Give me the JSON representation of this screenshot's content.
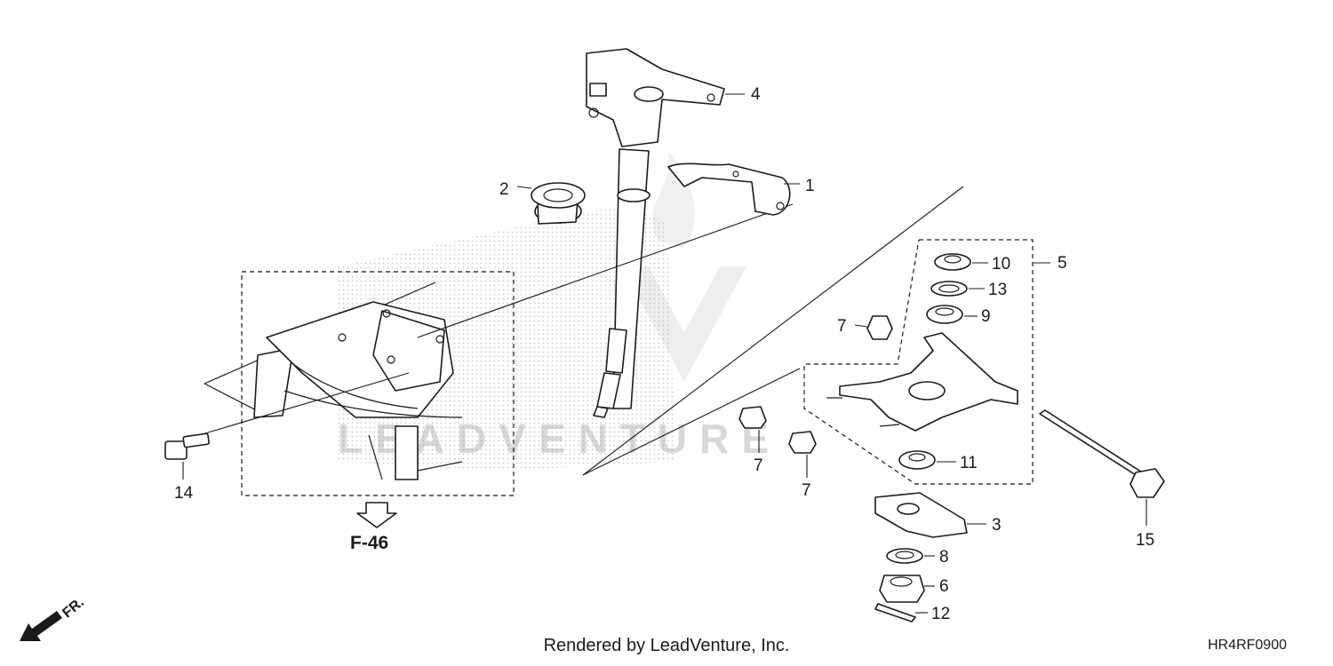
{
  "diagram": {
    "callouts": [
      "1",
      "2",
      "3",
      "4",
      "5",
      "6",
      "7",
      "7",
      "7",
      "8",
      "9",
      "10",
      "11",
      "12",
      "13",
      "14",
      "15"
    ],
    "reference_label": "F-46",
    "front_label": "FR.",
    "watermark": "LEADVENTURE",
    "footer": "Rendered by LeadVenture, Inc.",
    "diagram_code": "HR4RF0900"
  }
}
